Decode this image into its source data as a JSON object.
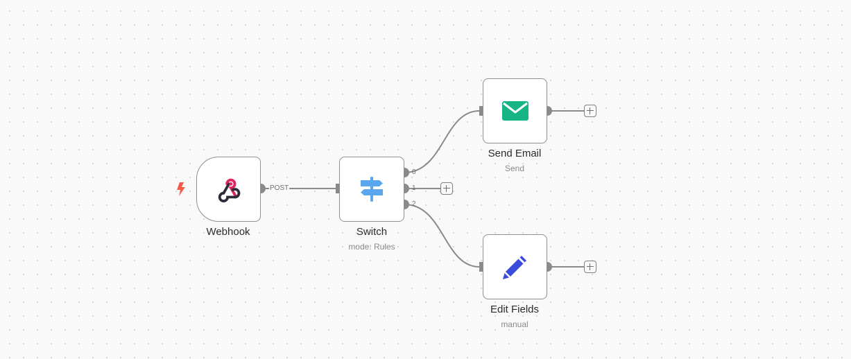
{
  "colors": {
    "webhook_icon": "#e0245e",
    "switch_icon": "#5aa7f0",
    "email_icon": "#16b585",
    "edit_icon": "#3b4cdb",
    "trigger_bolt": "#f25d4a",
    "wire": "#8a8a8a"
  },
  "nodes": {
    "webhook": {
      "label": "Webhook",
      "icon": "webhook-icon",
      "port_label": "POST"
    },
    "switch": {
      "label": "Switch",
      "subtitle": "mode: Rules",
      "icon": "signpost-icon",
      "outputs": [
        "0",
        "1",
        "2"
      ]
    },
    "send_email": {
      "label": "Send Email",
      "subtitle": "Send",
      "icon": "envelope-icon"
    },
    "edit_fields": {
      "label": "Edit Fields",
      "subtitle": "manual",
      "icon": "pencil-icon"
    }
  }
}
